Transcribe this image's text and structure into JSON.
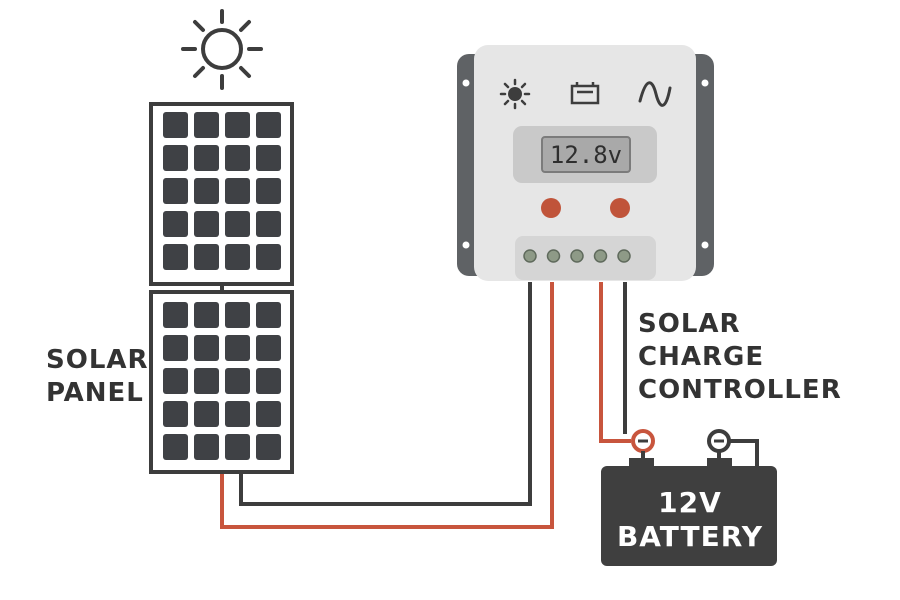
{
  "labels": {
    "solar_panel": [
      "SOLAR",
      "PANEL"
    ],
    "charge_controller": [
      "SOLAR",
      "CHARGE",
      "CONTROLLER"
    ],
    "battery": [
      "12V",
      "BATTERY"
    ]
  },
  "controller": {
    "display_value": "12.8v",
    "status_icons": [
      "sun-icon",
      "battery-icon",
      "sine-wave-icon"
    ],
    "terminal_count": 5
  },
  "battery": {
    "terminal_symbols": [
      "minus",
      "minus"
    ]
  },
  "colors": {
    "wire_positive": "#c8553d",
    "wire_negative": "#3d3d3d",
    "panel_cell": "#3f4145",
    "controller_body": "#e6e6e6",
    "controller_side": "#5f6265",
    "battery_body": "#3f3f3f",
    "knob": "#c0543a",
    "led": "#8e9a87"
  }
}
